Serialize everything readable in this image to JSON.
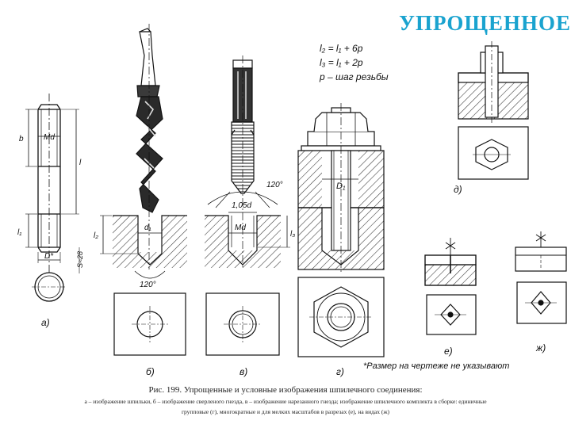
{
  "title": "УПРОЩЕННОЕ",
  "formulas": [
    "l₂ = l₁ + 6p",
    "l₃ = l₁ + 2p",
    "p – шаг резьбы"
  ],
  "dimensions": {
    "md": "Md",
    "d_star": "D*",
    "b": "b",
    "l": "l",
    "l1": "l₁",
    "l2": "l₂",
    "l3": "l₃",
    "d1": "d₁",
    "D1": "D₁",
    "angle": "120°",
    "d105": "1,05d",
    "s28": "S≈28"
  },
  "panel_labels": [
    "а)",
    "б)",
    "в)",
    "г)",
    "д)",
    "е)",
    "ж)"
  ],
  "note": "*Размер на чертеже не указывают",
  "caption": {
    "line1": "Рис. 199. Упрощенные и условные изображения шпилечного соединения:",
    "line2": "а – изображение шпильки, б – изображение сверленого гнезда, в – изображение нарезанного гнезда; изображение шпилечного комплекта в сборке: единичные",
    "line3": "групповые (г), многократные и для мелких масштабов в разрезах (е), на видах (ж)"
  },
  "colors": {
    "title": "#1aa3cf",
    "ink": "#111111",
    "hatch": "#333333"
  }
}
